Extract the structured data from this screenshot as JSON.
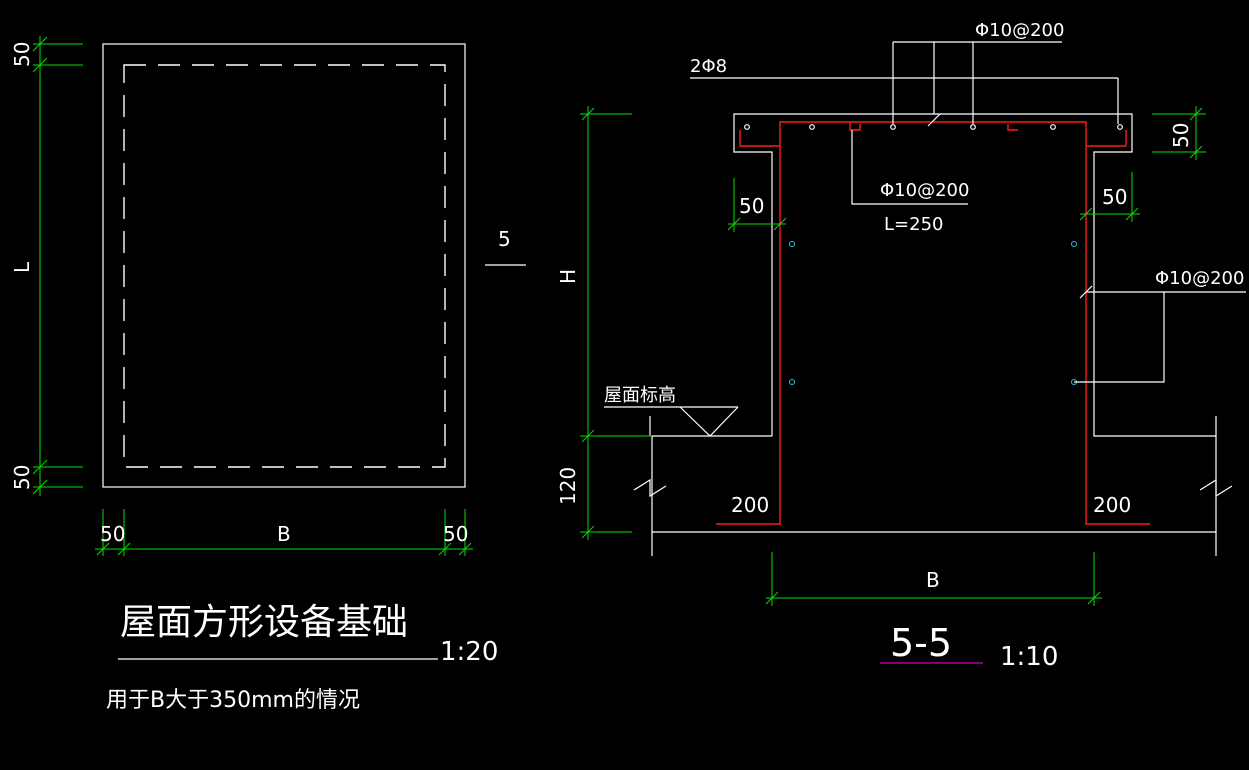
{
  "plan": {
    "dim_top": "50",
    "dim_bottom": "50",
    "dim_length": "L",
    "dim_left": "50",
    "dim_width": "B",
    "dim_right": "50",
    "section_mark": "5"
  },
  "section": {
    "top_bars": "2Φ8",
    "top_stirrup": "Φ10@200",
    "hook_bar": "Φ10@200",
    "hook_length": "L=250",
    "cap_thickness": "50",
    "cover_left": "50",
    "cover_right": "50",
    "side_bar": "Φ10@200",
    "height": "H",
    "roof_level": "屋面标高",
    "embed_depth": "120",
    "anchor_left": "200",
    "anchor_right": "200",
    "width": "B"
  },
  "titles": {
    "plan_title": "屋面方形设备基础",
    "plan_scale": "1:20",
    "plan_note": "用于B大于350mm的情况",
    "section_title": "5-5",
    "section_scale": "1:10"
  },
  "colors": {
    "background": "#000000",
    "outline": "#ffffff",
    "dimension": "#00e000",
    "rebar": "#ff1a1a",
    "underline": "#cc00cc"
  }
}
